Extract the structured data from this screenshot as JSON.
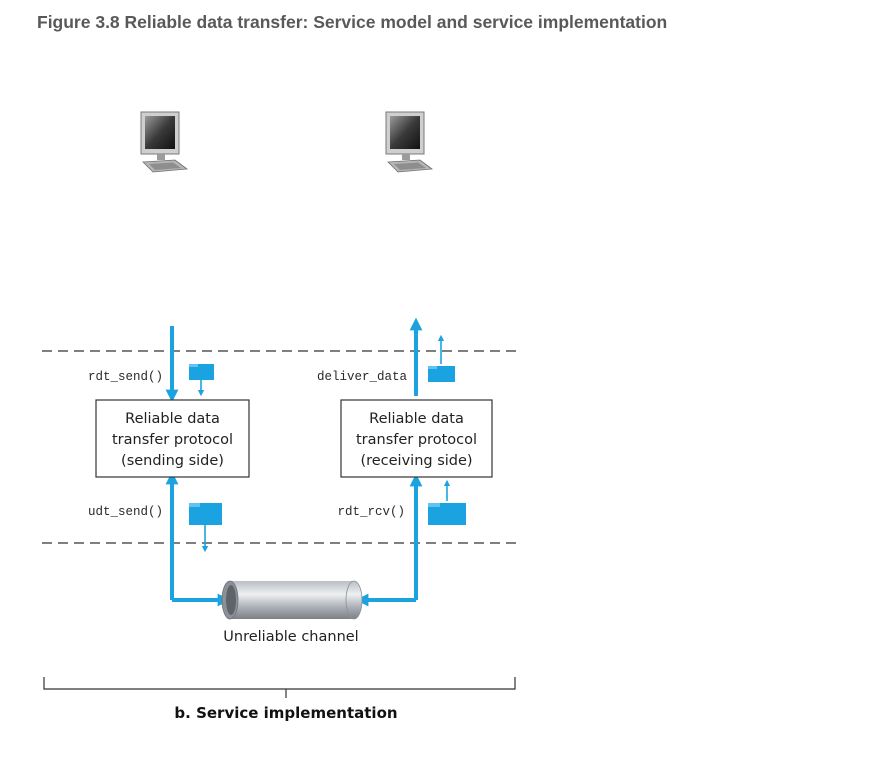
{
  "figure": {
    "title": "Figure 3.8 Reliable data transfer: Service model and service implementation",
    "caption": "b. Service implementation"
  },
  "sender": {
    "api_call": "rdt_send()",
    "box_lines": [
      "Reliable data",
      "transfer protocol",
      "(sending side)"
    ],
    "lower_call": "udt_send()",
    "host_icon": "desktop-computer-icon"
  },
  "receiver": {
    "api_call": "deliver_data",
    "box_lines": [
      "Reliable data",
      "transfer protocol",
      "(receiving side)"
    ],
    "lower_call": "rdt_rcv()",
    "host_icon": "desktop-computer-icon"
  },
  "channel": {
    "label": "Unreliable channel"
  },
  "colors": {
    "arrow": "#1aa3e0",
    "packet": "#1aa3e0",
    "title": "#595959"
  }
}
